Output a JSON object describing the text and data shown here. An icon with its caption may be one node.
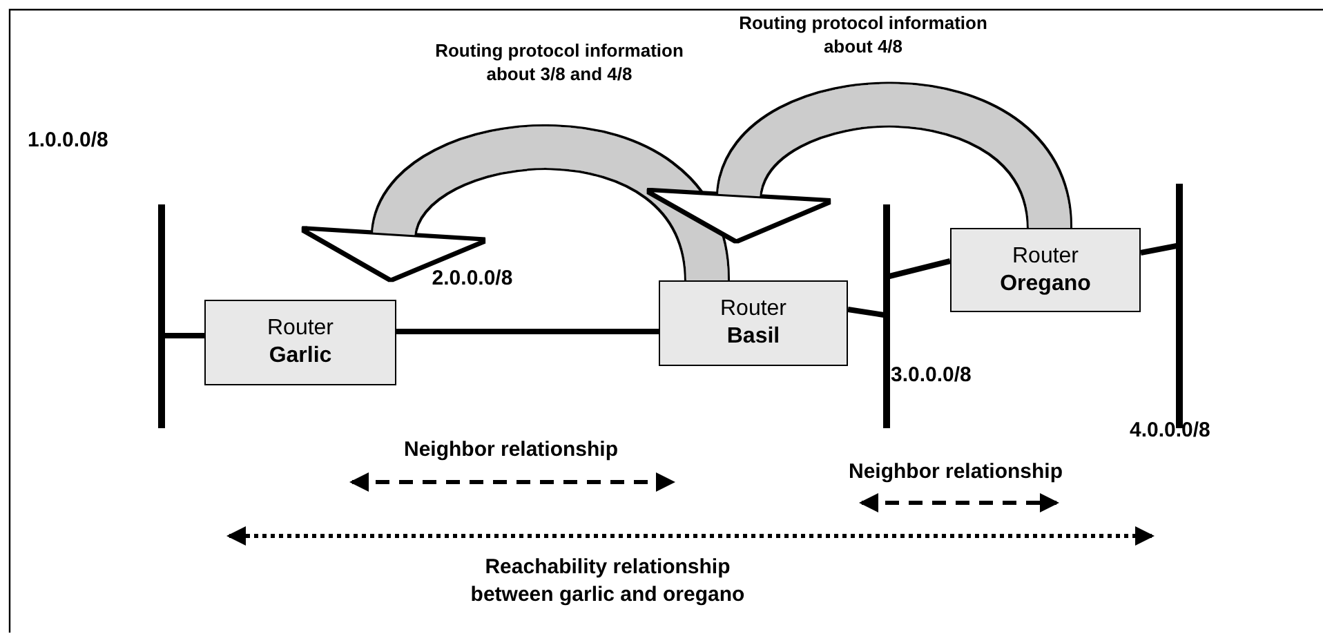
{
  "diagram": {
    "nodes": [
      {
        "text": [],
        "shape": "bar",
        "beside": [
          "1.0.0.0/8"
        ]
      },
      {
        "text": [
          "Router",
          "Garlic"
        ]
      },
      {
        "text": [
          "Router",
          "Basil"
        ]
      },
      {
        "text": [],
        "shape": "bar",
        "beside": [
          "3.0.0.0/8"
        ]
      },
      {
        "text": [
          "Router",
          "Oregano"
        ]
      },
      {
        "text": [],
        "shape": "bar",
        "beside": [
          "4.0.0.0/8"
        ]
      }
    ],
    "edges": [
      {
        "from": 0,
        "to": 1,
        "arrow": "none"
      },
      {
        "from": 1,
        "to": 2,
        "arrow": "none"
      },
      {
        "from": 2,
        "to": 3,
        "arrow": "none"
      },
      {
        "from": 3,
        "to": 4,
        "arrow": "none"
      },
      {
        "from": 4,
        "to": 5,
        "arrow": "none"
      },
      {
        "from": 2,
        "to": 1,
        "arrow": "to",
        "style": "thick",
        "color": "#cccccc",
        "label": "Routing protocol information about 3/8 and 4/8"
      },
      {
        "from": 4,
        "to": 2,
        "arrow": "to",
        "style": "thick",
        "color": "#cccccc",
        "label": "Routing protocol information about 4/8"
      }
    ],
    "labels": [
      "2.0.0.0/8",
      "Neighbor relationship",
      "Neighbor relationship",
      "Reachability relationship between garlic and oregano"
    ]
  }
}
